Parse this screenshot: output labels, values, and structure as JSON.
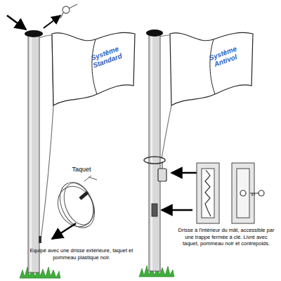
{
  "diagram": {
    "nodes": [
      {
        "text": [
          "Système Standard"
        ]
      },
      {
        "text": [
          "Système Antivol"
        ]
      }
    ],
    "labels": [
      "Taquet",
      "Equipé avec une drisse extérieure, taquet et pommeau plastique noir.",
      "Drisse à l'intérieur du mât, accessible par une trappe fermée à clé. Livré avec taquet, pommeau noir et contrepoids."
    ]
  }
}
